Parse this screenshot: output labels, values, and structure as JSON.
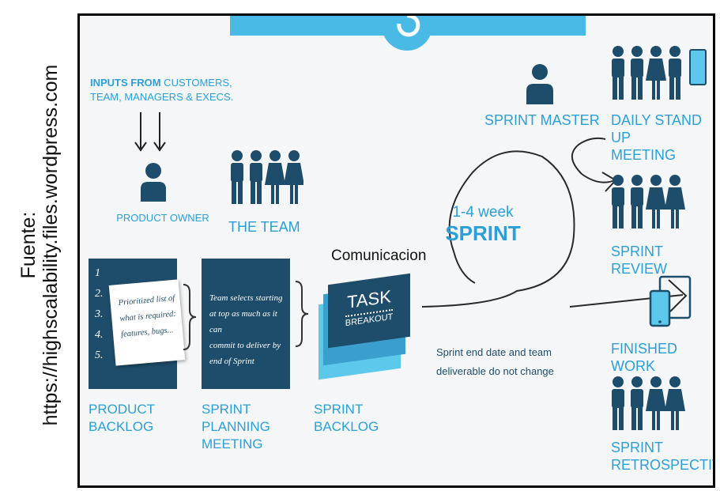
{
  "credit": {
    "line1": "Fuente:",
    "line2": "https://highscalability.files.wordpress.com"
  },
  "inputs": {
    "bold": "INPUTS FROM",
    "rest": " CUSTOMERS,",
    "line2": "TEAM, MANAGERS & EXECS."
  },
  "product_owner": "PRODUCT OWNER",
  "the_team": "THE TEAM",
  "backlog_card": {
    "numbers": [
      "1",
      "2.",
      "3.",
      "4.",
      "5."
    ],
    "note": [
      "Prioritized list of",
      "what is required:",
      "features, bugs..."
    ]
  },
  "planning_card": [
    "Team selects starting",
    "at top as much as it can",
    "commit to deliver by",
    "end of Sprint"
  ],
  "task": {
    "title": "TASK",
    "subtitle": "BREAKOUT"
  },
  "product_backlog": [
    "PRODUCT",
    "BACKLOG"
  ],
  "sprint_planning": [
    "SPRINT",
    "PLANNING",
    "MEETING"
  ],
  "sprint_backlog": [
    "SPRINT",
    "BACKLOG"
  ],
  "sprint": {
    "weeks": "1-4 week",
    "label": "SPRINT"
  },
  "comunicacion": "Comunicacion",
  "sprint_master": "SPRINT MASTER",
  "end_note": [
    "Sprint end date and team",
    "deliverable do not change"
  ],
  "daily": [
    "DAILY STAND UP",
    "MEETING"
  ],
  "sprint_review": "SPRINT REVIEW",
  "finished_work": "FINISHED WORK",
  "retro": [
    "SPRINT",
    "RETROSPECTIVE"
  ],
  "colors": {
    "dark": "#1e4d6b",
    "accent": "#2b9fd6",
    "light_blue": "#5bc8ec",
    "background": "#f4f6f7"
  }
}
